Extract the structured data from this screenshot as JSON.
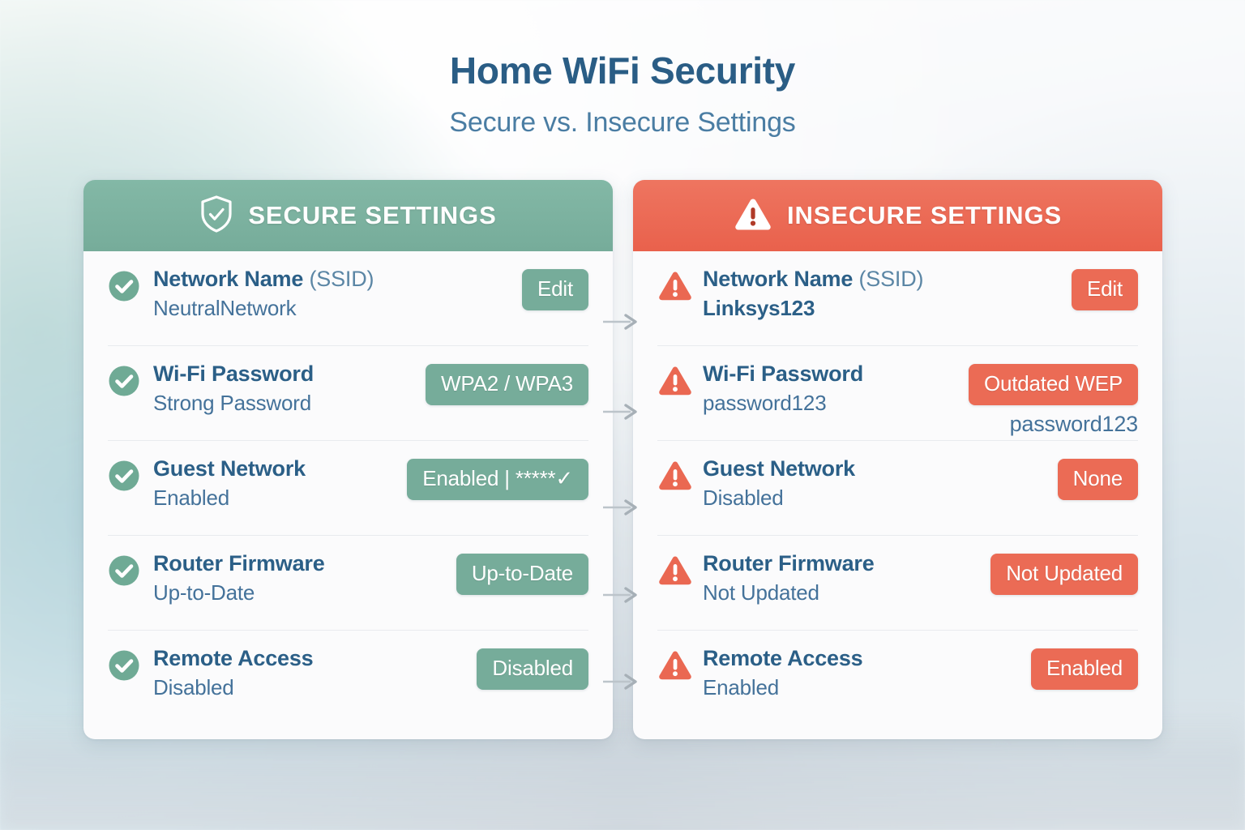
{
  "header": {
    "title": "Home WiFi Security",
    "subtitle": "Secure vs. Insecure Settings"
  },
  "colors": {
    "title_blue": "#2a5d85",
    "subtitle_blue": "#4a7da3",
    "secure_green": "#76ac9a",
    "insecure_red": "#eb6b55",
    "label_blue": "#2b5f87",
    "value_blue": "#44729a",
    "arrow_gray": "#b4bcc2"
  },
  "secure_panel": {
    "header_label": "SECURE SETTINGS",
    "header_icon": "shield-check-icon",
    "rows": [
      {
        "icon": "check-circle-icon",
        "label": "Network Name",
        "label_muted": "(SSID)",
        "value": "NeutralNetwork",
        "badge": "Edit",
        "badge_sub": ""
      },
      {
        "icon": "check-circle-icon",
        "label": "Wi-Fi Password",
        "label_muted": "",
        "value": "Strong Password",
        "badge": "WPA2 / WPA3",
        "badge_sub": ""
      },
      {
        "icon": "check-circle-icon",
        "label": "Guest Network",
        "label_muted": "",
        "value": "Enabled",
        "badge": "Enabled | *****✓",
        "badge_sub": ""
      },
      {
        "icon": "check-circle-icon",
        "label": "Router Firmware",
        "label_muted": "",
        "value": "Up-to-Date",
        "badge": "Up-to-Date",
        "badge_sub": ""
      },
      {
        "icon": "check-circle-icon",
        "label": "Remote Access",
        "label_muted": "",
        "value": "Disabled",
        "badge": "Disabled",
        "badge_sub": ""
      }
    ]
  },
  "insecure_panel": {
    "header_label": "INSECURE SETTINGS",
    "header_icon": "warning-triangle-icon",
    "rows": [
      {
        "icon": "warning-triangle-icon",
        "label": "Network Name",
        "label_muted": "(SSID)",
        "value": "Linksys123",
        "badge": "Edit",
        "badge_sub": ""
      },
      {
        "icon": "warning-triangle-icon",
        "label": "Wi-Fi Password",
        "label_muted": "",
        "value": "password123",
        "badge": "Outdated WEP",
        "badge_sub": "password123"
      },
      {
        "icon": "warning-triangle-icon",
        "label": "Guest Network",
        "label_muted": "",
        "value": "Disabled",
        "badge": "None",
        "badge_sub": ""
      },
      {
        "icon": "warning-triangle-icon",
        "label": "Router Firmware",
        "label_muted": "",
        "value": "Not Updated",
        "badge": "Not Updated",
        "badge_sub": ""
      },
      {
        "icon": "warning-triangle-icon",
        "label": "Remote Access",
        "label_muted": "",
        "value": "Enabled",
        "badge": "Enabled",
        "badge_sub": ""
      }
    ]
  },
  "connectors": {
    "icon": "arrow-right-icon",
    "count": 5,
    "tops": [
      386,
      497,
      615,
      723,
      830
    ]
  }
}
